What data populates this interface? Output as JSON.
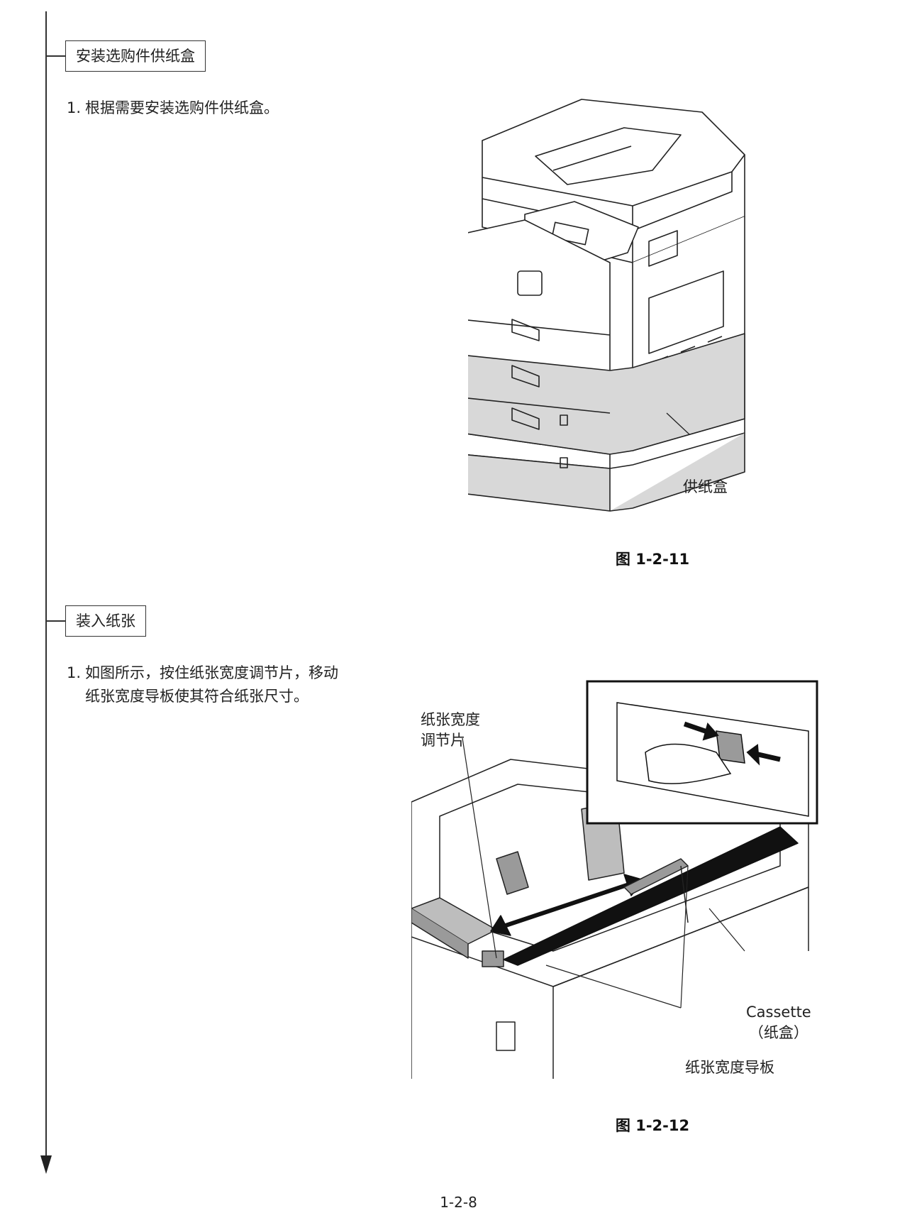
{
  "section1": {
    "heading": "安装选购件供纸盒",
    "step_num": "1.",
    "step_text": "根据需要安装选购件供纸盒。",
    "callout": "供纸盒",
    "caption": "图 1-2-11"
  },
  "section2": {
    "heading": "装入纸张",
    "step_num": "1.",
    "step_line1": "如图所示，按住纸张宽度调节片，移动",
    "step_line2": "纸张宽度导板使其符合纸张尺寸。",
    "callout_tab_line1": "纸张宽度",
    "callout_tab_line2": "调节片",
    "callout_cassette_line1": "Cassette",
    "callout_cassette_line2": "（纸盒）",
    "callout_guide": "纸张宽度导板",
    "caption": "图 1-2-12"
  },
  "footer": {
    "page_number": "1-2-8"
  }
}
